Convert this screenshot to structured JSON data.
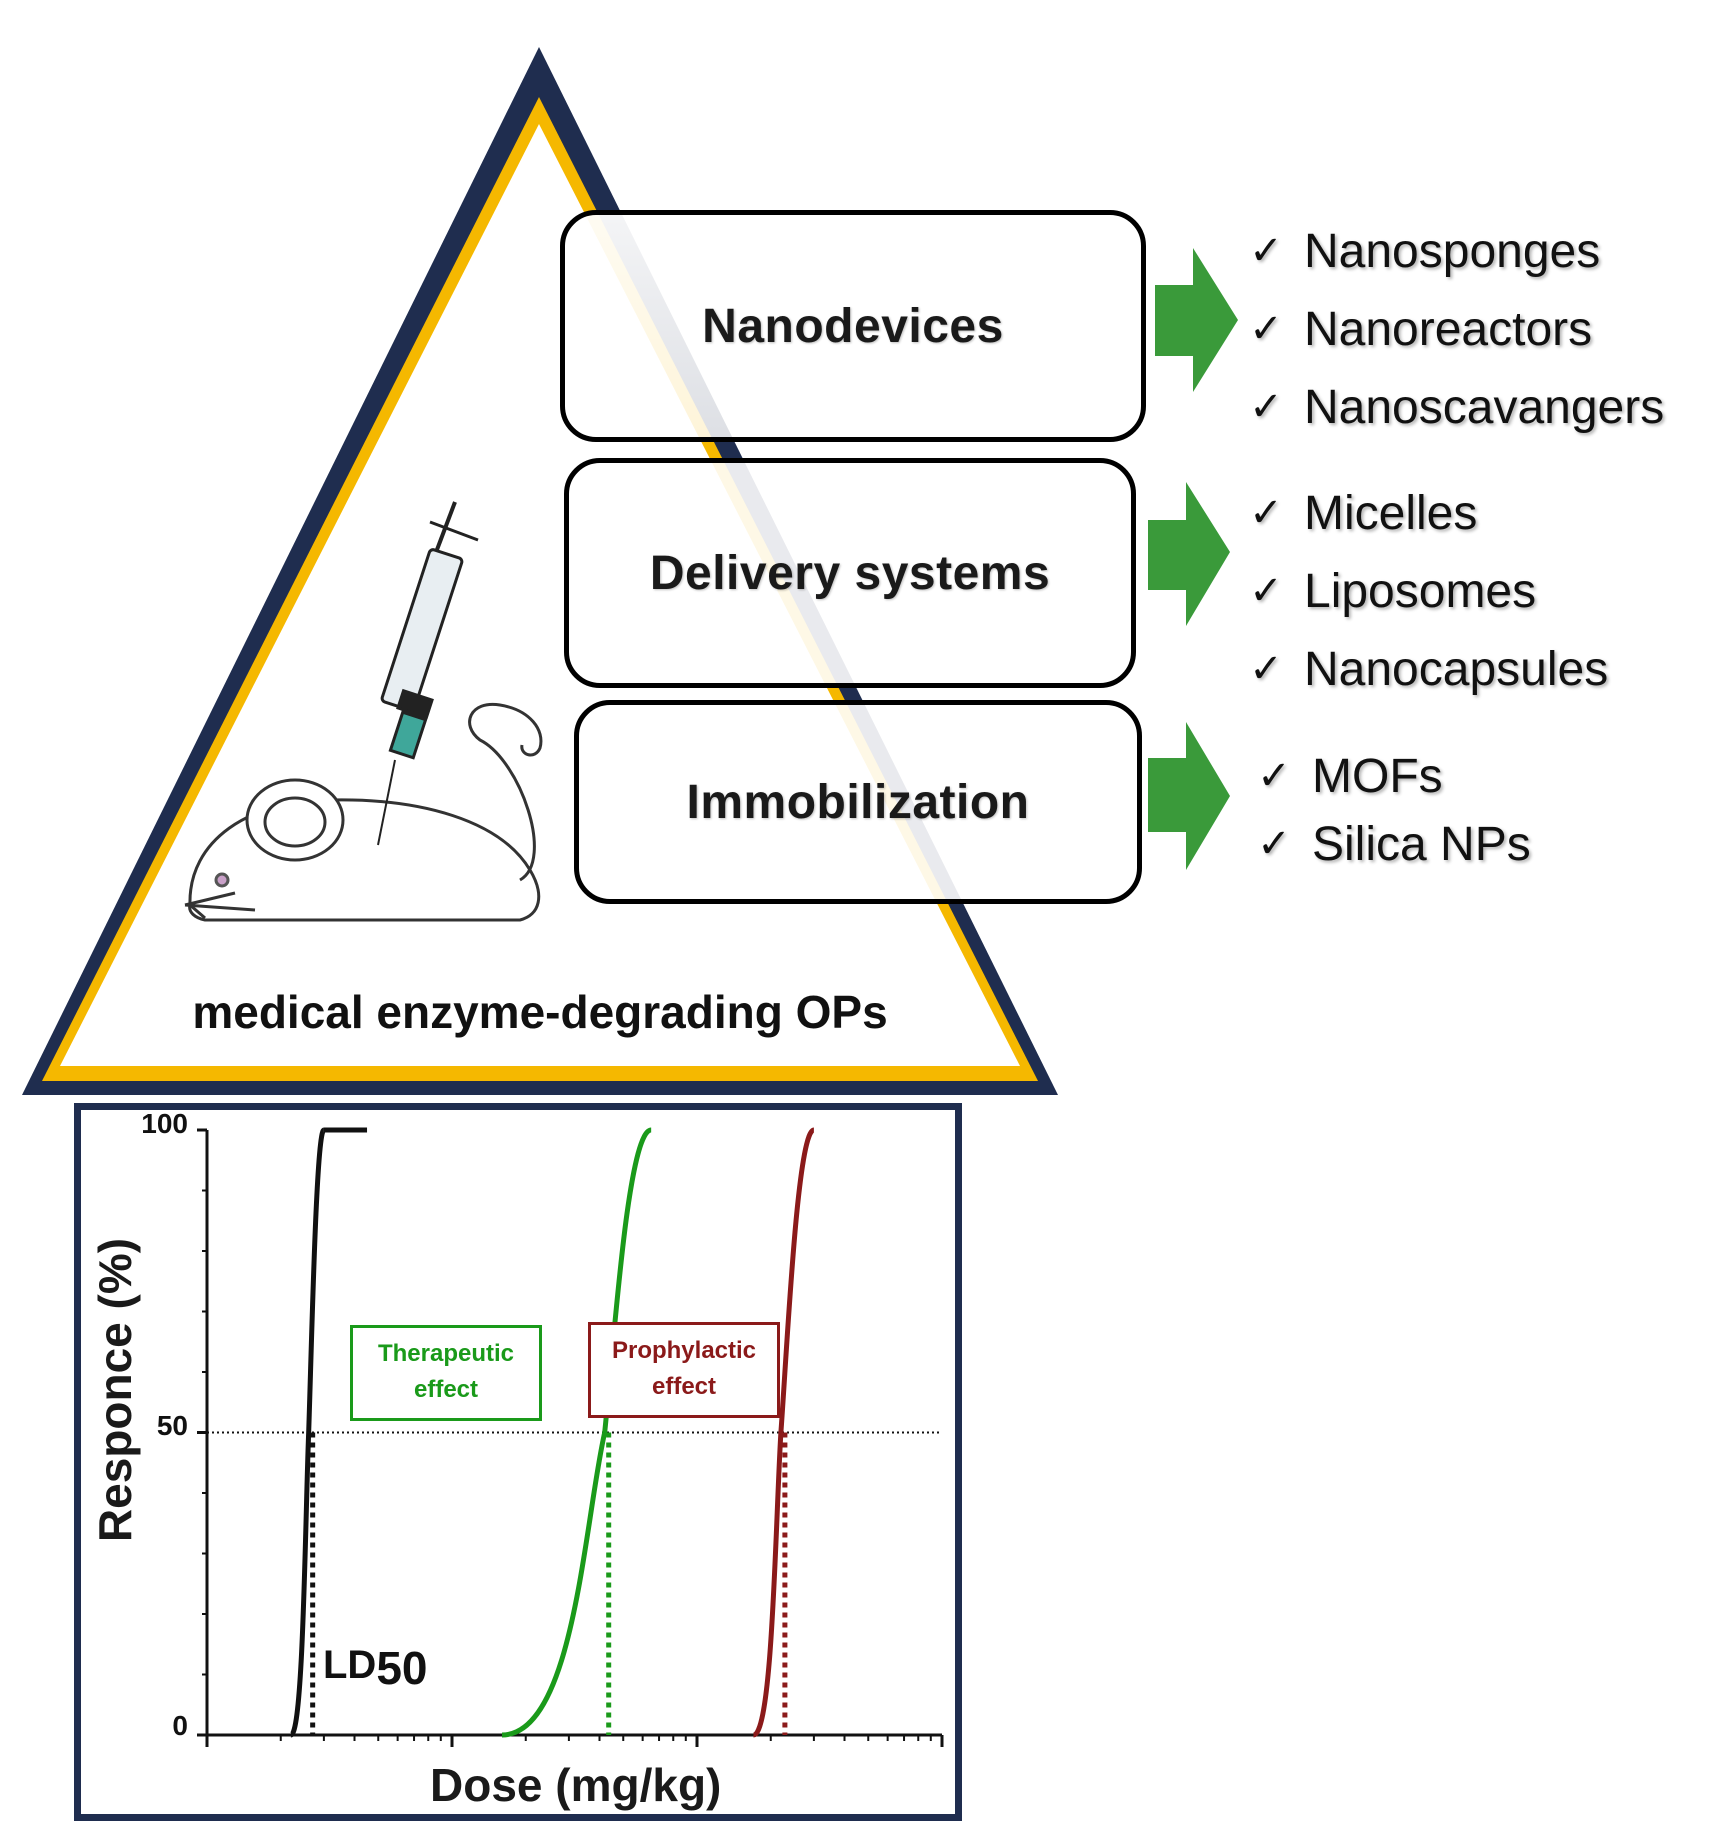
{
  "colors": {
    "triangle_outer": "#1f2d4f",
    "triangle_inner": "#f5b800",
    "arrow": "#3a9a3a",
    "lethal_curve": "#111111",
    "therapeutic": "#1a9a1a",
    "prophylactic": "#8b1a1a",
    "plot_border": "#1f2d4f"
  },
  "triangle": {
    "caption": "medical enzyme-degrading OPs",
    "illustration": "mouse-with-syringe"
  },
  "categories": [
    {
      "label": "Nanodevices",
      "items": [
        "Nanosponges",
        "Nanoreactors",
        "Nanoscavangers"
      ]
    },
    {
      "label": "Delivery systems",
      "items": [
        "Micelles",
        "Liposomes",
        "Nanocapsules"
      ]
    },
    {
      "label": "Immobilization",
      "items": [
        "MOFs",
        "Silica NPs"
      ]
    }
  ],
  "check_mark": "✓",
  "chart_data": {
    "type": "line",
    "xlabel": "Dose (mg/kg)",
    "ylabel": "Responce (%)",
    "x_scale": "log",
    "ylim": [
      0,
      100
    ],
    "yticks": [
      "0",
      "50",
      "100"
    ],
    "reference_line_y": 50,
    "series": [
      {
        "color": "#111111",
        "shape": "steep sigmoid",
        "points": [
          [
            0.22,
            0
          ],
          [
            0.26,
            50
          ],
          [
            0.3,
            100
          ]
        ]
      },
      {
        "color": "#1a9a1a",
        "shape": "sigmoid",
        "points": [
          [
            1.6,
            0
          ],
          [
            4.2,
            50
          ],
          [
            6.5,
            100
          ]
        ]
      },
      {
        "color": "#8b1a1a",
        "shape": "sigmoid",
        "points": [
          [
            17,
            0
          ],
          [
            22,
            50
          ],
          [
            30,
            100
          ]
        ]
      }
    ],
    "annotations": [
      {
        "label_main": "LD",
        "label_sub": "50",
        "color": "#111111",
        "x": 0.26
      },
      {
        "label_lines": [
          "Therapeutic",
          "effect"
        ],
        "color": "#1a9a1a",
        "x": 4.2
      },
      {
        "label_lines": [
          "Prophylactic",
          "effect"
        ],
        "color": "#8b1a1a",
        "x": 22
      }
    ]
  }
}
